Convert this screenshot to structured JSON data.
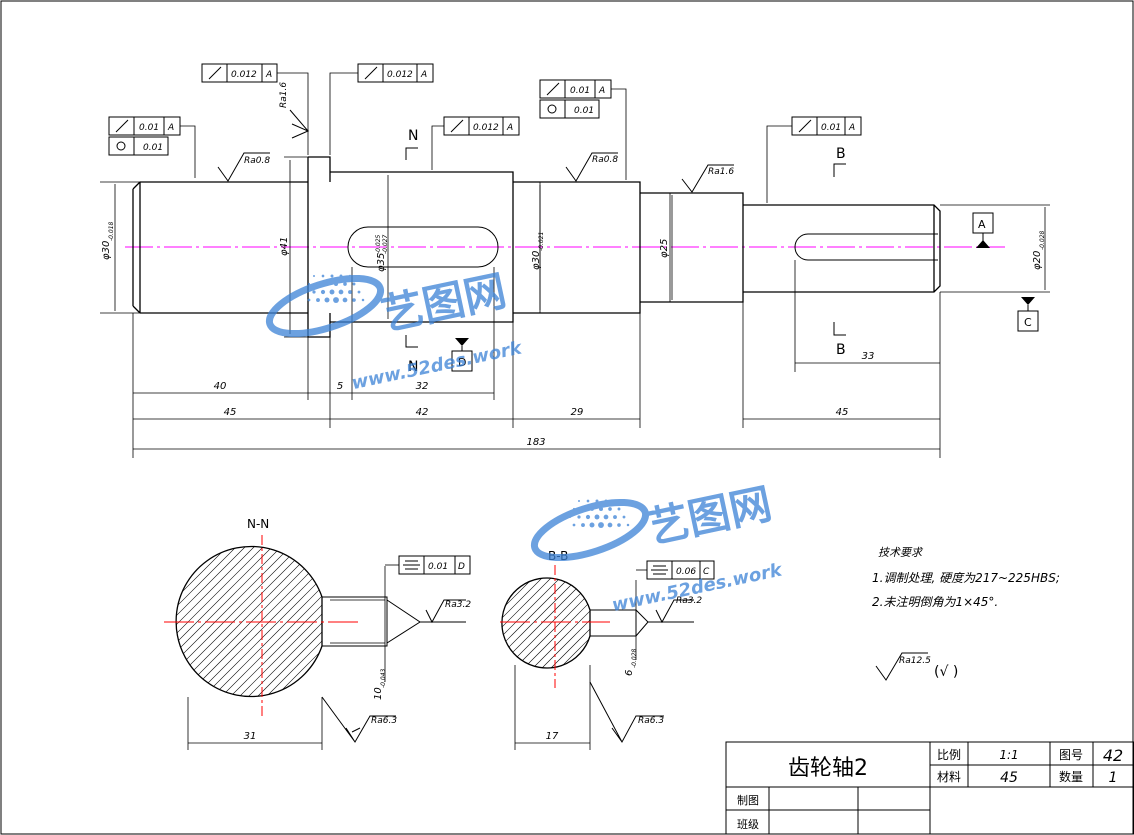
{
  "tolerance_frames": {
    "runout_left": {
      "value": "0.01",
      "datum": "A"
    },
    "cyl_left": {
      "value": "0.01"
    },
    "runout_top1": {
      "value": "0.012",
      "datum": "A"
    },
    "runout_top2": {
      "value": "0.012",
      "datum": "A"
    },
    "runout_keyway": {
      "value": "0.012",
      "datum": "A"
    },
    "runout_mid": {
      "value": "0.01",
      "datum": "A"
    },
    "cyl_mid": {
      "value": "0.01"
    },
    "runout_right": {
      "value": "0.01",
      "datum": "A"
    },
    "sym_nn": {
      "value": "0.01",
      "datum": "D"
    },
    "sym_bb": {
      "value": "0.06",
      "datum": "C"
    }
  },
  "roughness": {
    "r1": "Ra1.6",
    "r2": "Ra0.8",
    "r3": "Ra0.8",
    "r4": "Ra1.6",
    "nn_side": "Ra3.2",
    "nn_bottom": "Ra6.3",
    "bb_side": "Ra3.2",
    "bb_bottom": "Ra6.3",
    "general": "Ra12.5"
  },
  "diameters": {
    "d30_left": "φ30",
    "d30_left_tol": "-0.018",
    "d41": "φ41",
    "d35": "φ35",
    "d35_tol_top": "-0.025",
    "d35_tol_bot": "-0.027",
    "d30_mid": "φ30",
    "d30_mid_tol": "-0.021",
    "d25": "φ25",
    "d20": "φ20",
    "d20_tol": "-0.028",
    "tol_zero": "0"
  },
  "lengths": {
    "l40": "40",
    "l5": "5",
    "l32": "32",
    "l45a": "45",
    "l42": "42",
    "l29": "29",
    "l45b": "45",
    "l33": "33",
    "l183": "183",
    "nn_31": "31",
    "bb_17": "17"
  },
  "section_labels": {
    "n_top": "N",
    "n_bottom": "N",
    "b_top": "B",
    "b_bottom": "B",
    "nn_title": "N-N",
    "bb_title": "B-B"
  },
  "datums": {
    "a": "A",
    "d": "D",
    "c": "C"
  },
  "section_dims": {
    "nn_width": "10",
    "nn_width_tol": "-0.043",
    "bb_width": "6",
    "bb_width_tol": "-0.028",
    "zero": "0"
  },
  "watermark": {
    "brand": "艺图网",
    "url": "www.52des.work"
  },
  "tech_requirements": {
    "heading": "技术要求",
    "line1": "1.调制处理, 硬度为217~225HBS;",
    "line2": "2.未注明倒角为1×45°.",
    "rest_note": "(√      )"
  },
  "title_block": {
    "part_name": "齿轮轴2",
    "scale_label": "比例",
    "scale_value": "1:1",
    "drawing_no_label": "图号",
    "drawing_no_value": "42",
    "material_label": "材料",
    "material_value": "45",
    "quantity_label": "数量",
    "quantity_value": "1",
    "drawn_label": "制图",
    "review_label": "班级"
  },
  "colors": {
    "centerline": "#ff00ff",
    "section_centerline": "#ff0000",
    "watermark": "#3b82d6"
  }
}
